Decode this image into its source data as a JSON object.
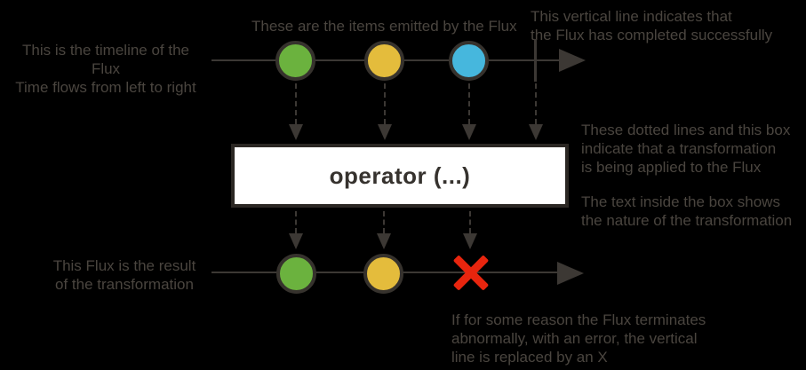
{
  "colors": {
    "background": "#000000",
    "annotation_text": "#4a453f",
    "line": "#3c3834",
    "marble_green": "#6bb23e",
    "marble_yellow": "#e4bc3c",
    "marble_blue": "#46b7dd",
    "error_red": "#e8250e",
    "operator_box_bg": "#ffffff",
    "operator_box_border": "#2b2723",
    "operator_box_text": "#36322e"
  },
  "annotations": {
    "timeline": "This is the timeline of the Flux\nTime flows from left to right",
    "items": "These are the items emitted by the Flux",
    "completion": "This vertical line indicates that\nthe Flux has completed successfully",
    "transformation": "These dotted lines and this box\nindicate that a transformation\nis being applied to the Flux",
    "box_meaning": "The text inside the box shows\nthe nature of the transformation",
    "result": "This Flux is the result\nof the transformation",
    "error": "If for some reason the Flux terminates\nabnormally, with an error, the vertical\nline is replaced by an X"
  },
  "diagram": {
    "operator_label": "operator (...)",
    "source_flux": {
      "marbles": [
        "green",
        "yellow",
        "blue"
      ],
      "terminal": "complete"
    },
    "result_flux": {
      "marbles": [
        "green",
        "yellow"
      ],
      "terminal": "error"
    }
  }
}
